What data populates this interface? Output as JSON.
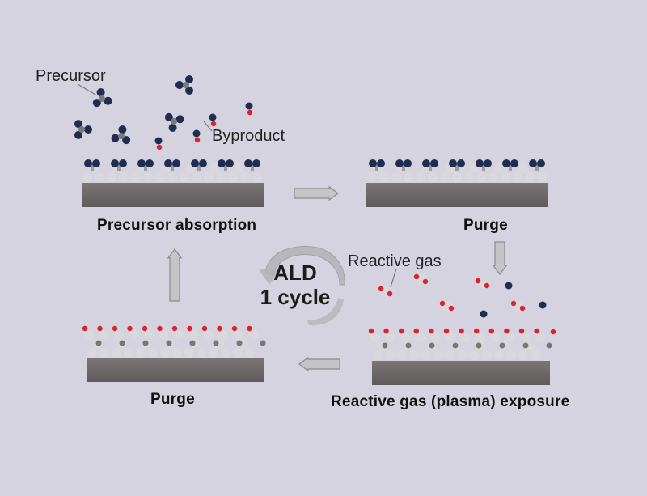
{
  "labels": {
    "precursor": "Precursor",
    "byproduct": "Byproduct",
    "reactive_gas": "Reactive gas"
  },
  "stages": [
    {
      "id": "precursor-absorption",
      "label": "Precursor absorption"
    },
    {
      "id": "purge-1",
      "label": "Purge"
    },
    {
      "id": "reactive-exposure",
      "label": "Reactive gas (plasma) exposure"
    },
    {
      "id": "purge-2",
      "label": "Purge"
    }
  ],
  "cycle": {
    "line1": "ALD",
    "line2": "1 cycle"
  },
  "colors": {
    "background": "#d4d3df",
    "substrate": "#6e6a6a",
    "surface_atom": "#d9d8dc",
    "precursor_atom": "#1f2d52",
    "reactive_atom": "#e0202a",
    "metal_core": "#7a7a7a",
    "arrow_fill": "#c5c4c7",
    "arrow_stroke": "#8a8a8e"
  },
  "icons": {
    "process_arrow": "block-arrow",
    "cycle_arrow": "circular-arrow"
  }
}
